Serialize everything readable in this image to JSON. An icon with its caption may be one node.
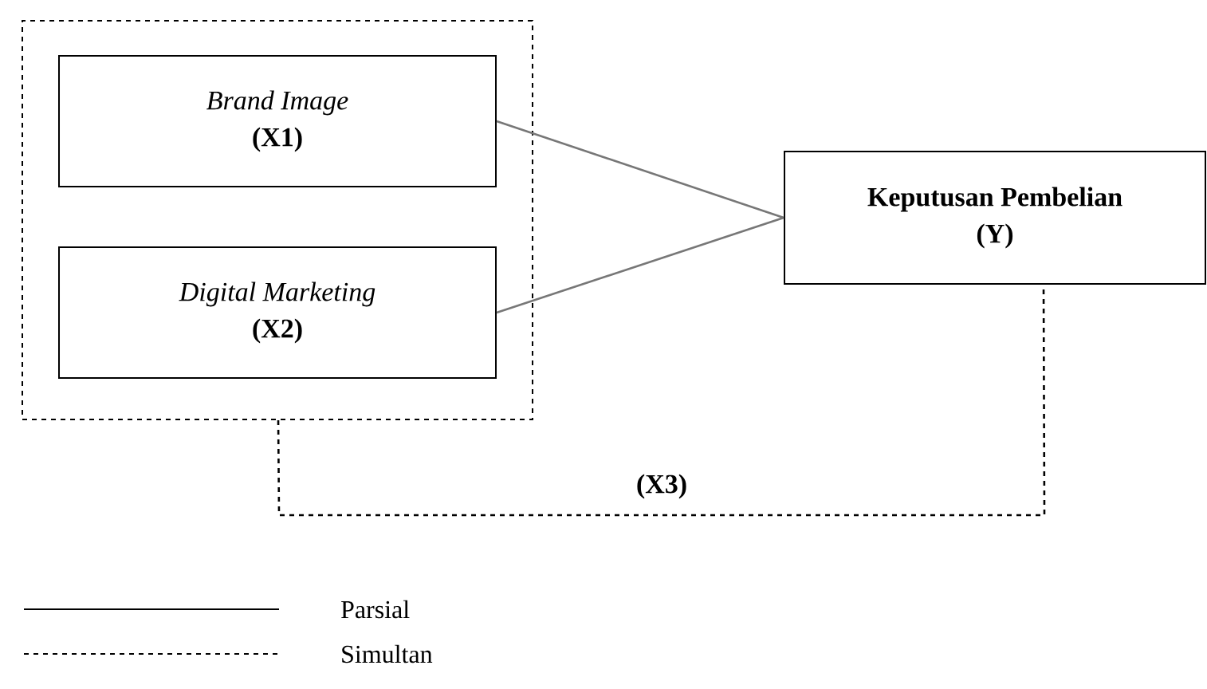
{
  "diagram": {
    "nodes": [
      {
        "text": [],
        "shape": "box"
      },
      {
        "text": [
          "Brand Image",
          "(X1)"
        ],
        "in": 0
      },
      {
        "text": [
          "Digital Marketing",
          "(X2)"
        ],
        "in": 0
      },
      {
        "text": [
          "Keputusan Pembelian",
          "(Y)"
        ]
      }
    ],
    "edges": [
      {
        "from": 1,
        "to": 3,
        "arrow": "none"
      },
      {
        "from": 2,
        "to": 3,
        "arrow": "none"
      },
      {
        "from": 0,
        "to": 3,
        "arrow": "none",
        "style": "dashed",
        "color": "#000000",
        "label": "(X3)"
      }
    ],
    "legend": [
      {
        "text": "Parsial"
      },
      {
        "text": "Simultan"
      }
    ]
  }
}
